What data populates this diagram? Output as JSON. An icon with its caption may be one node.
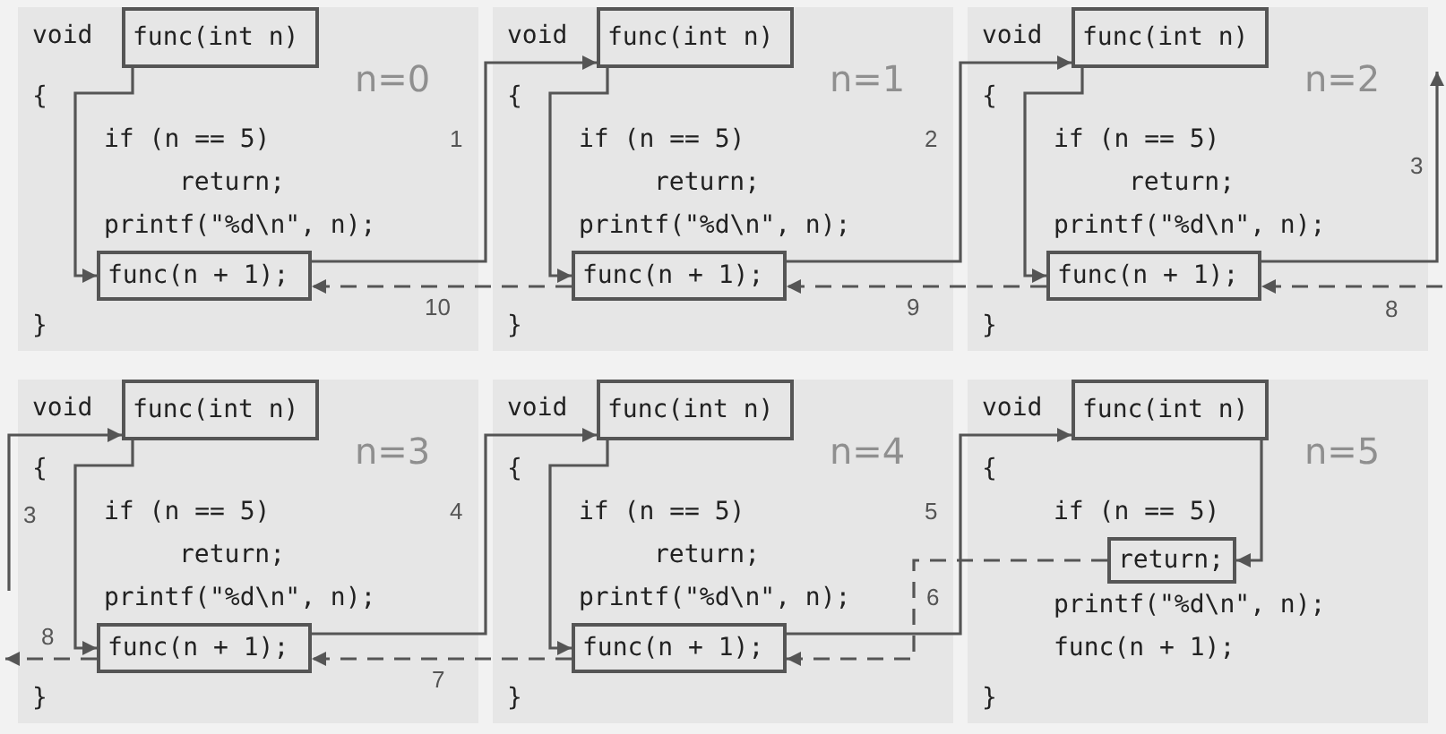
{
  "diagram": {
    "nodes": [
      {
        "text": [
          "void",
          "{",
          "if (n == 5)",
          "return;",
          "printf(\"%d\\n\", n);",
          "}",
          "n=0"
        ]
      },
      {
        "text": [
          "func(int n)"
        ],
        "in": 0
      },
      {
        "text": [
          "func(n + 1);"
        ],
        "in": 0
      },
      {
        "text": [
          "void",
          "{",
          "if (n == 5)",
          "return;",
          "printf(\"%d\\n\", n);",
          "}",
          "n=1"
        ]
      },
      {
        "text": [
          "func(int n)"
        ],
        "in": 3
      },
      {
        "text": [
          "func(n + 1);"
        ],
        "in": 3
      },
      {
        "text": [
          "void",
          "{",
          "if (n == 5)",
          "return;",
          "printf(\"%d\\n\", n);",
          "}",
          "n=2"
        ]
      },
      {
        "text": [
          "func(int n)"
        ],
        "in": 6
      },
      {
        "text": [
          "func(n + 1);"
        ],
        "in": 6
      },
      {
        "text": [
          "void",
          "{",
          "if (n == 5)",
          "return;",
          "printf(\"%d\\n\", n);",
          "}",
          "n=3"
        ]
      },
      {
        "text": [
          "func(int n)"
        ],
        "in": 9
      },
      {
        "text": [
          "func(n + 1);"
        ],
        "in": 9
      },
      {
        "text": [
          "void",
          "{",
          "if (n == 5)",
          "return;",
          "printf(\"%d\\n\", n);",
          "}",
          "n=4"
        ]
      },
      {
        "text": [
          "func(int n)"
        ],
        "in": 12
      },
      {
        "text": [
          "func(n + 1);"
        ],
        "in": 12
      },
      {
        "text": [
          "void",
          "{",
          "if (n == 5)",
          "printf(\"%d\\n\", n);",
          "func(n + 1);",
          "}",
          "n=5"
        ]
      },
      {
        "text": [
          "func(int n)"
        ],
        "in": 15
      },
      {
        "text": [
          "return;"
        ],
        "in": 15
      }
    ],
    "edges": [
      {
        "from": 1,
        "to": 2,
        "arrow": "to"
      },
      {
        "from": 4,
        "to": 5,
        "arrow": "to"
      },
      {
        "from": 7,
        "to": 8,
        "arrow": "to"
      },
      {
        "from": 10,
        "to": 11,
        "arrow": "to"
      },
      {
        "from": 13,
        "to": 14,
        "arrow": "to"
      },
      {
        "from": 16,
        "to": 17,
        "arrow": "to"
      },
      {
        "from": 2,
        "to": 4,
        "arrow": "to",
        "label": "1"
      },
      {
        "from": 5,
        "to": 7,
        "arrow": "to",
        "label": "2"
      },
      {
        "from": 8,
        "to": null,
        "arrow": "to",
        "label": "3"
      },
      {
        "from": null,
        "to": 10,
        "arrow": "to",
        "label": "3"
      },
      {
        "from": 11,
        "to": 13,
        "arrow": "to",
        "label": "4"
      },
      {
        "from": 14,
        "to": 16,
        "arrow": "to",
        "label": "5"
      },
      {
        "from": 17,
        "to": 14,
        "arrow": "to",
        "label": "6",
        "style": "dashed"
      },
      {
        "from": 14,
        "to": 11,
        "arrow": "to",
        "label": "7",
        "style": "dashed"
      },
      {
        "from": 11,
        "to": null,
        "arrow": "to",
        "label": "8",
        "style": "dashed"
      },
      {
        "from": null,
        "to": 8,
        "arrow": "to",
        "label": "8",
        "style": "dashed"
      },
      {
        "from": 8,
        "to": 5,
        "arrow": "to",
        "label": "9",
        "style": "dashed"
      },
      {
        "from": 5,
        "to": 2,
        "arrow": "to",
        "label": "10",
        "style": "dashed"
      }
    ]
  }
}
